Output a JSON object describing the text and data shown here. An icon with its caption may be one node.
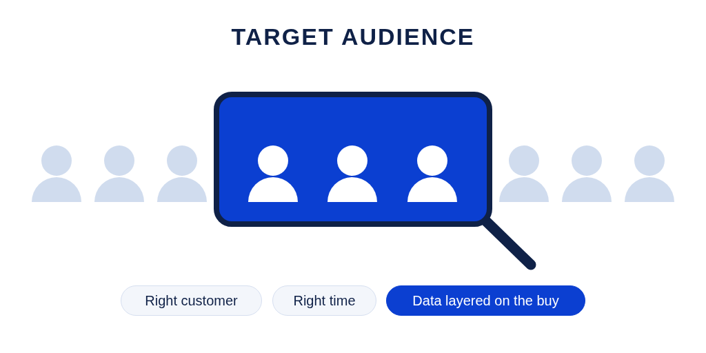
{
  "diagram": {
    "title": "TARGET AUDIENCE",
    "nodes": [
      {
        "text": [
          "Right customer"
        ]
      },
      {
        "text": [
          "Right time"
        ]
      },
      {
        "text": [
          "Data layered on the buy"
        ]
      }
    ],
    "edges": []
  }
}
